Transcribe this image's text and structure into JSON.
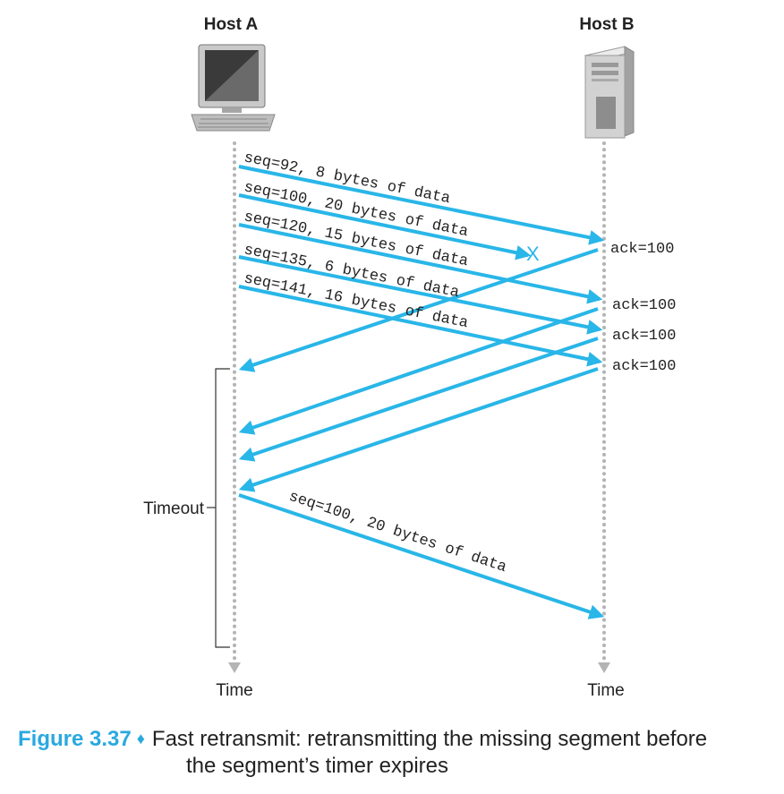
{
  "hosts": {
    "a": {
      "label": "Host A",
      "time_label": "Time"
    },
    "b": {
      "label": "Host B",
      "time_label": "Time"
    }
  },
  "segments": [
    "seq=92, 8 bytes of data",
    "seq=100, 20 bytes of data",
    "seq=120, 15 bytes of data",
    "seq=135, 6 bytes of data",
    "seq=141, 16 bytes of data"
  ],
  "lost_marker": "X",
  "acks": [
    "ack=100",
    "ack=100",
    "ack=100",
    "ack=100"
  ],
  "timeout_label": "Timeout",
  "retransmit_label": "seq=100, 20 bytes of data",
  "icons": {
    "host_a": "desktop-computer-icon",
    "host_b": "server-tower-icon"
  },
  "colors": {
    "arrow": "#29b6e8",
    "timeline": "#b4b4b4",
    "accent": "#29a9e0"
  },
  "caption": {
    "figure_number": "Figure 3.37",
    "separator": "♦",
    "text_line1": "Fast retransmit: retransmitting the missing segment before",
    "text_line2": "the segment’s timer expires"
  }
}
